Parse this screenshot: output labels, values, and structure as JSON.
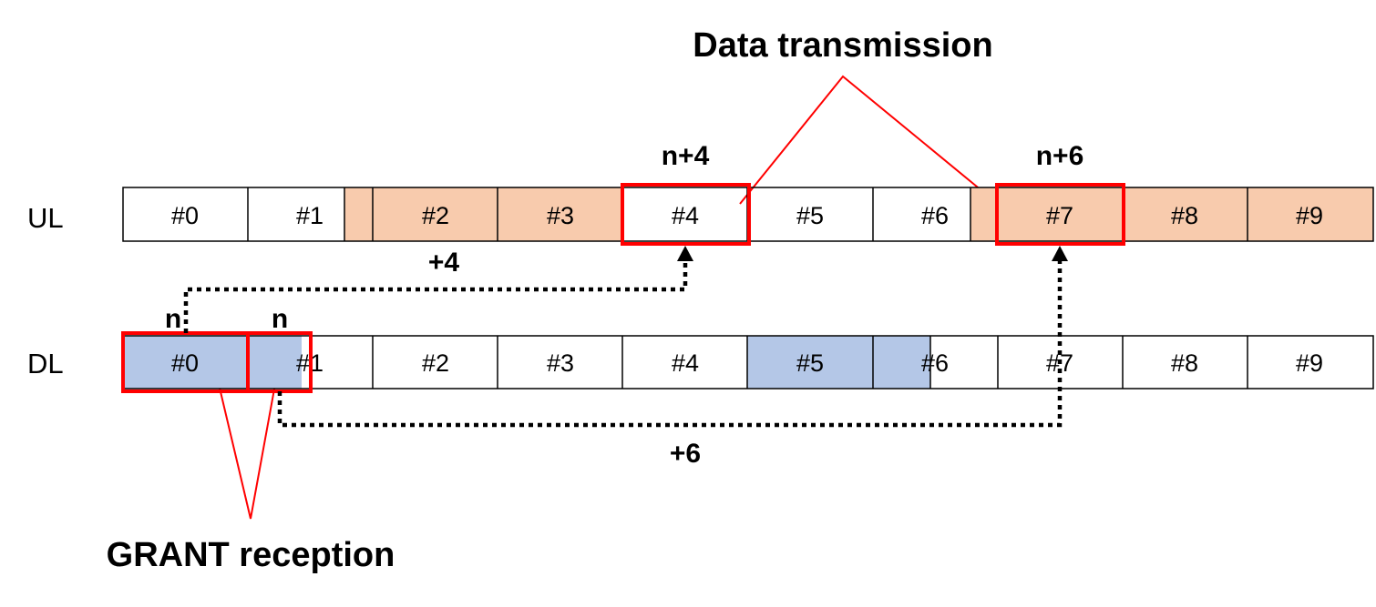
{
  "rows": {
    "ul": {
      "label": "UL"
    },
    "dl": {
      "label": "DL"
    }
  },
  "ul_cells": [
    "#0",
    "#1",
    "#2",
    "#3",
    "#4",
    "#5",
    "#6",
    "#7",
    "#8",
    "#9"
  ],
  "dl_cells": [
    "#0",
    "#1",
    "#2",
    "#3",
    "#4",
    "#5",
    "#6",
    "#7",
    "#8",
    "#9"
  ],
  "annotations": {
    "data_transmission": "Data transmission",
    "grant_reception": "GRANT reception",
    "n_plus_4": "n+4",
    "n_plus_6": "n+6",
    "offset_4": "+4",
    "offset_6": "+6",
    "n_left": "n",
    "n_right": "n"
  },
  "colors": {
    "ul_fill": "#f8cbad",
    "dl_fill": "#b4c7e7",
    "highlight": "#ff0000",
    "border": "#000000"
  }
}
